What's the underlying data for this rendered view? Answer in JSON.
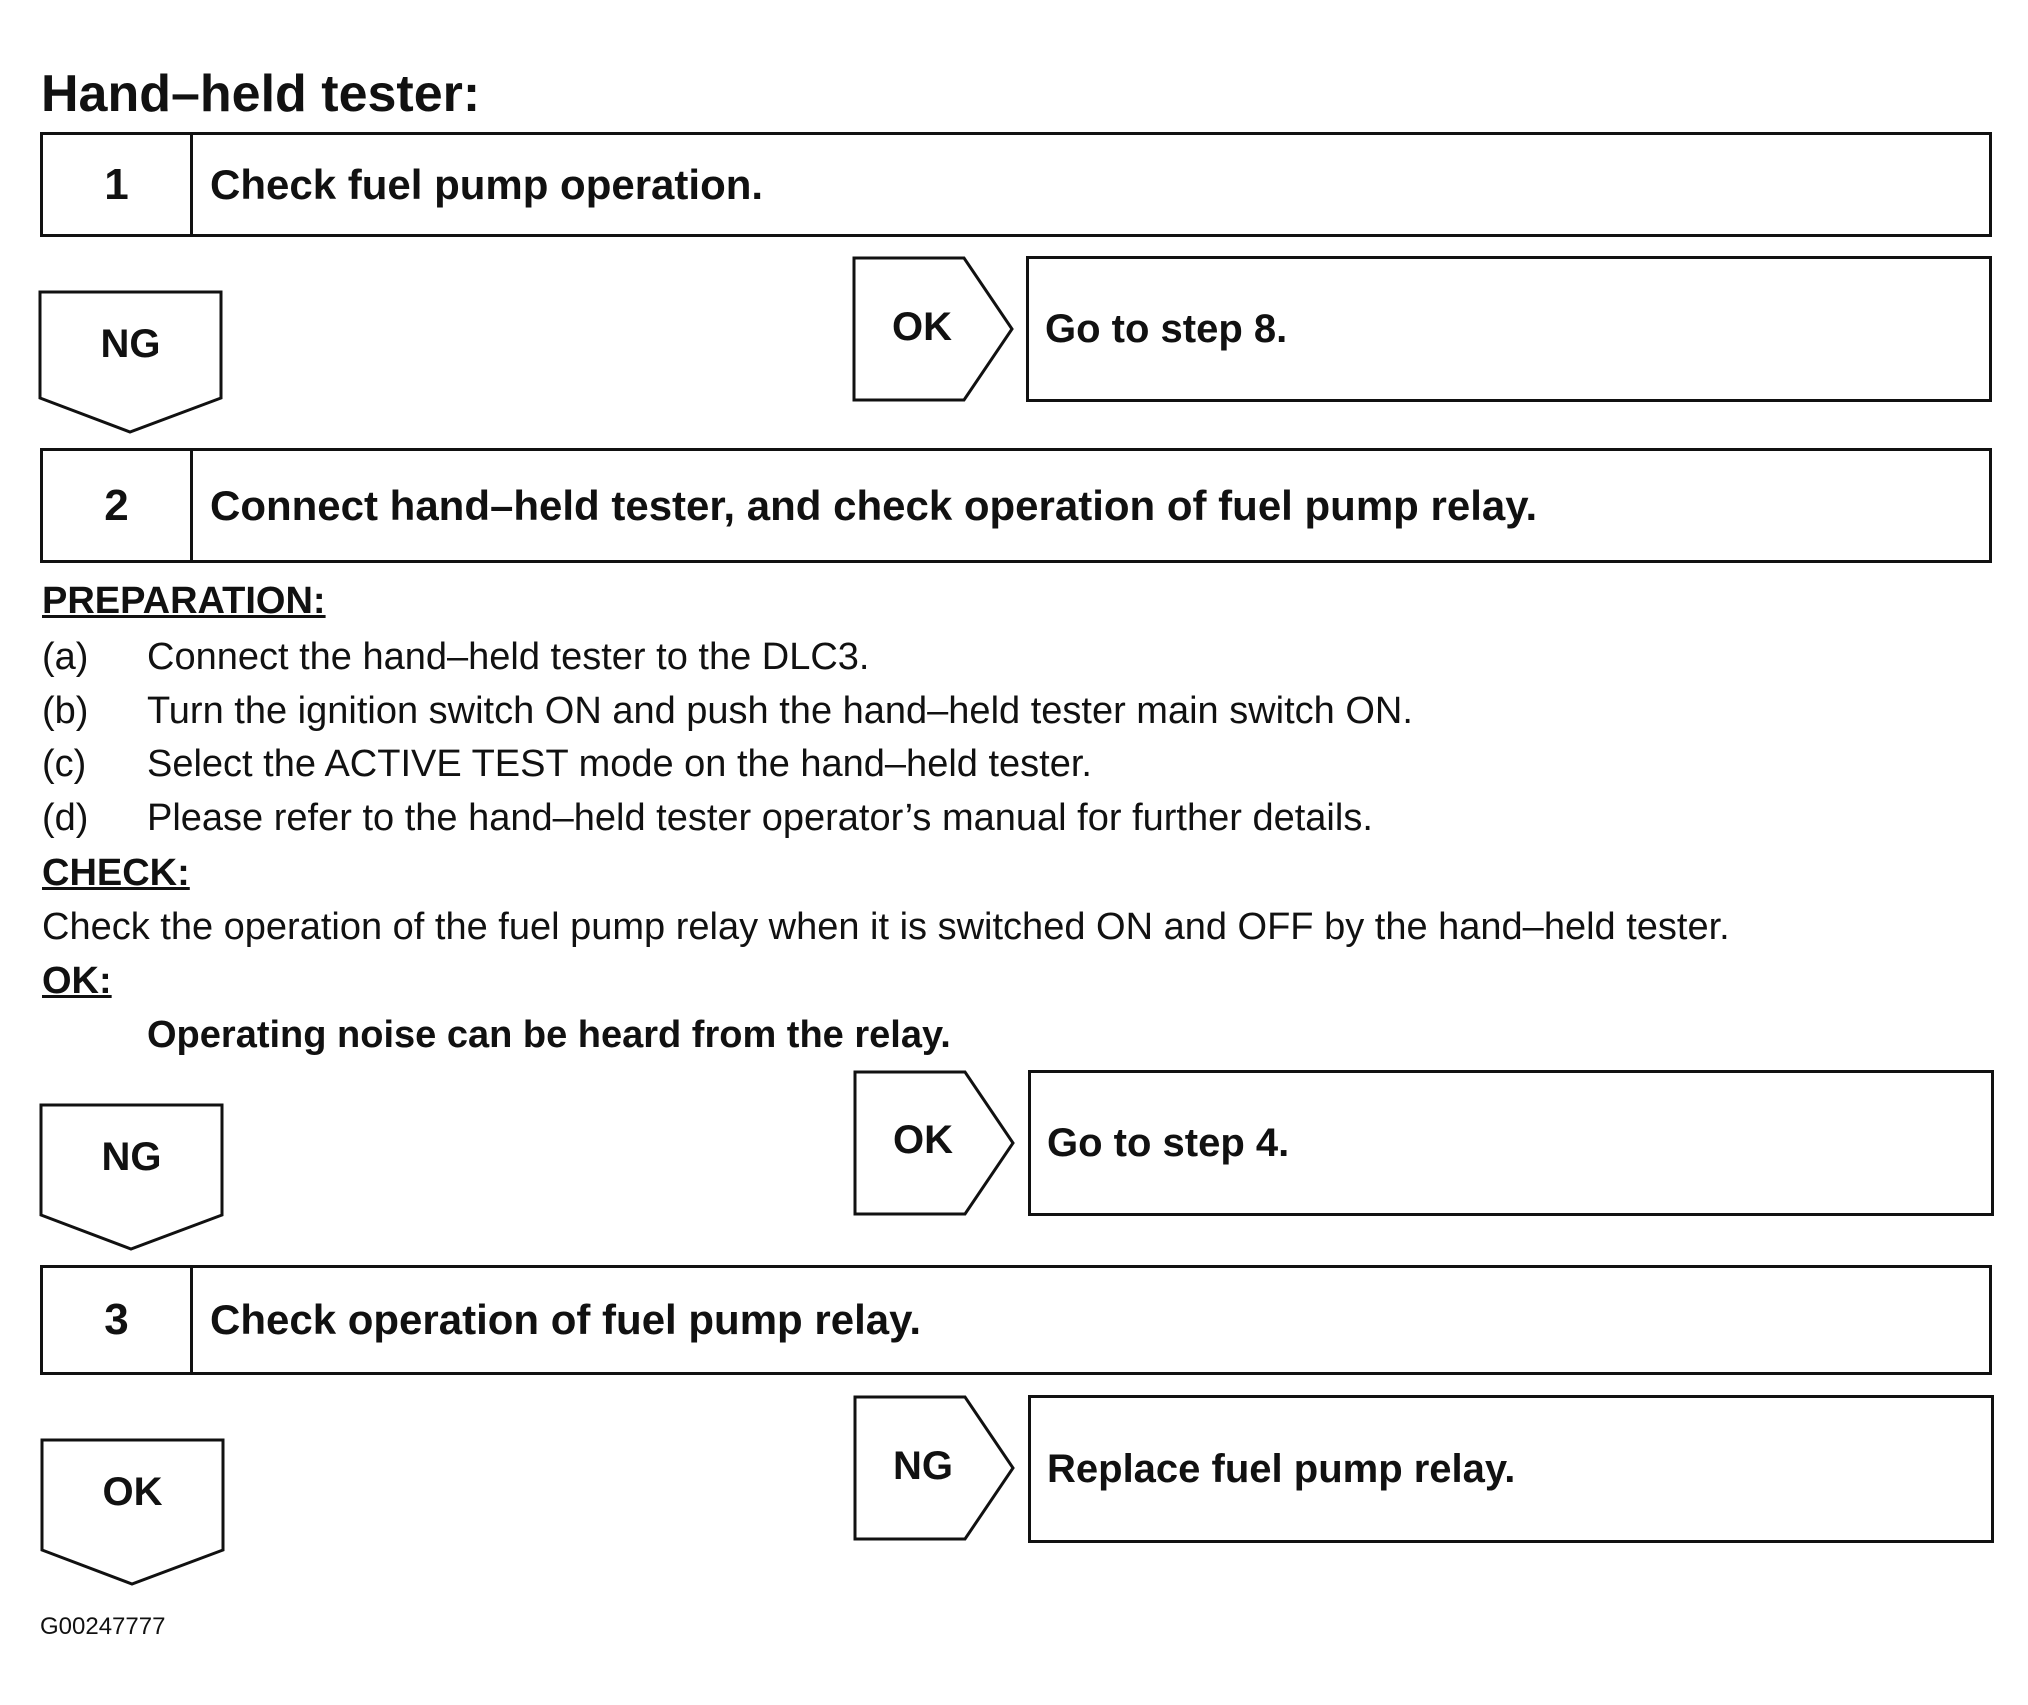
{
  "title": "Hand–held tester:",
  "steps": [
    {
      "num": "1",
      "text": "Check fuel pump operation."
    },
    {
      "num": "2",
      "text": "Connect hand–held tester, and check operation of fuel pump relay."
    },
    {
      "num": "3",
      "text": "Check operation of fuel pump relay."
    }
  ],
  "branches": [
    {
      "down": "NG",
      "right": "OK",
      "result": "Go to step 8."
    },
    {
      "down": "NG",
      "right": "OK",
      "result": "Go to step 4."
    },
    {
      "down": "OK",
      "right": "NG",
      "result": "Replace fuel pump relay."
    }
  ],
  "preparation": {
    "heading": "PREPARATION:",
    "items": [
      {
        "label": "(a)",
        "text": "Connect the hand–held tester to the DLC3."
      },
      {
        "label": "(b)",
        "text": "Turn the ignition switch ON and push the hand–held tester main switch ON."
      },
      {
        "label": "(c)",
        "text": "Select the ACTIVE TEST mode on the hand–held tester."
      },
      {
        "label": "(d)",
        "text": "Please refer to the hand–held tester operator’s manual for further details."
      }
    ]
  },
  "check": {
    "heading": "CHECK:",
    "text": "Check the operation of the fuel pump relay when it is switched ON and OFF by the hand–held tester."
  },
  "ok": {
    "heading": "OK:",
    "text": "Operating noise can be heard from the relay."
  },
  "figure_id": "G00247777"
}
